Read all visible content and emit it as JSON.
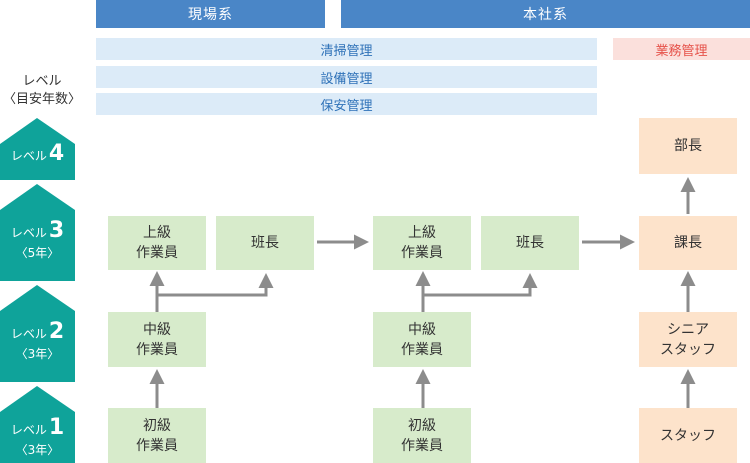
{
  "headers": {
    "genba": "現場系",
    "honsha": "本社系"
  },
  "bands": {
    "seiso": "清掃管理",
    "setsubi": "設備管理",
    "hoan": "保安管理",
    "gyomu": "業務管理"
  },
  "level_header": {
    "line1": "レベル",
    "line2": "〈目安年数〉"
  },
  "levels": [
    {
      "label": "レベル",
      "num": "4",
      "years": ""
    },
    {
      "label": "レベル",
      "num": "3",
      "years": "〈5年〉"
    },
    {
      "label": "レベル",
      "num": "2",
      "years": "〈3年〉"
    },
    {
      "label": "レベル",
      "num": "1",
      "years": "〈3年〉"
    }
  ],
  "boxes": {
    "genba_jokyu": [
      "上級",
      "作業員"
    ],
    "genba_hancho": "班長",
    "genba_chukyu": [
      "中級",
      "作業員"
    ],
    "genba_shokyu": [
      "初級",
      "作業員"
    ],
    "honsha_jokyu": [
      "上級",
      "作業員"
    ],
    "honsha_hancho": "班長",
    "honsha_chukyu": [
      "中級",
      "作業員"
    ],
    "honsha_shokyu": [
      "初級",
      "作業員"
    ],
    "bucho": "部長",
    "kacho": "課長",
    "senior": [
      "シニア",
      "スタッフ"
    ],
    "staff": "スタッフ"
  },
  "colors": {
    "header_blue": "#4a86c7",
    "band_light_blue": "#dcebf8",
    "band_text_blue": "#2f72b8",
    "band_pink": "#fbe0dc",
    "band_text_red": "#e6524a",
    "level_teal": "#0fa39a",
    "box_green": "#d7ebcb",
    "box_peach": "#fde3cb",
    "arrow_gray": "#8c8c8c"
  }
}
